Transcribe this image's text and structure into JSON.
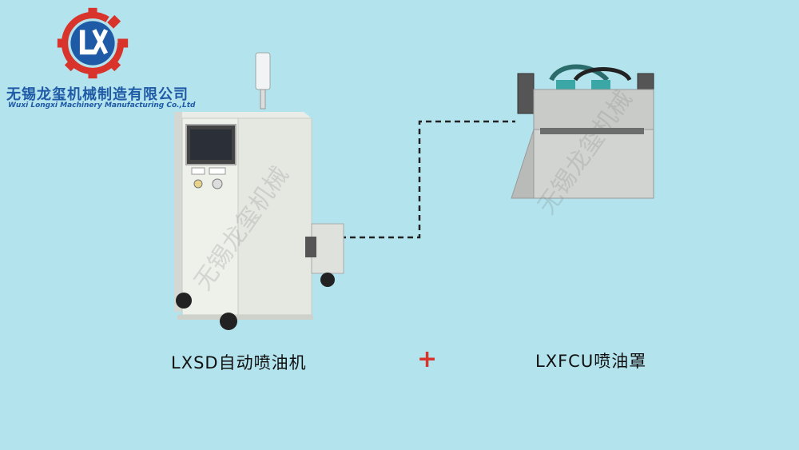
{
  "brand": {
    "name_cn": "无锡龙玺机械制造有限公司",
    "name_en": "Wuxi Longxi Machinery Manufacturing Co.,Ltd",
    "logo_icon": "gear-lx-logo-icon",
    "colors": {
      "blue": "#1f5aa6",
      "red": "#d9342b"
    }
  },
  "products": {
    "left_label": "LXSD自动喷油机",
    "right_label": "LXFCU喷油罩",
    "join_symbol": "+"
  },
  "watermark": "无锡龙玺机械",
  "colors": {
    "background": "#b3e3ed",
    "plus": "#d9342b"
  }
}
